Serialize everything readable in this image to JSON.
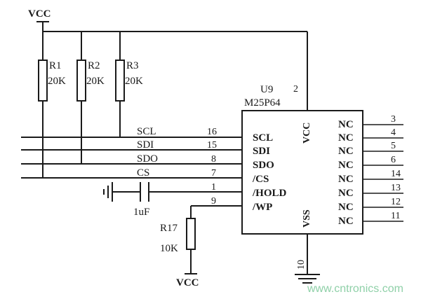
{
  "vcc_top": "VCC",
  "vcc_bottom": "VCC",
  "resistors": [
    {
      "ref": "R1",
      "value": "20K"
    },
    {
      "ref": "R2",
      "value": "20K"
    },
    {
      "ref": "R3",
      "value": "20K"
    }
  ],
  "r17": {
    "ref": "R17",
    "value": "10K"
  },
  "capacitor": {
    "value": "1uF"
  },
  "chip": {
    "ref": "U9",
    "part": "M25P64",
    "vcc_label": "VCC",
    "vss_label": "VSS",
    "vcc_pin": "2",
    "vss_pin": "10"
  },
  "left_pins": [
    {
      "net": "SCL",
      "num": "16",
      "func": "SCL"
    },
    {
      "net": "SDI",
      "num": "15",
      "func": "SDI"
    },
    {
      "net": "SDO",
      "num": "8",
      "func": "SDO"
    },
    {
      "net": "CS",
      "num": "7",
      "func": "/CS"
    },
    {
      "net": "",
      "num": "1",
      "func": "/HOLD"
    },
    {
      "net": "",
      "num": "9",
      "func": "/WP"
    }
  ],
  "right_pins": [
    {
      "func": "NC",
      "num": "3"
    },
    {
      "func": "NC",
      "num": "4"
    },
    {
      "func": "NC",
      "num": "5"
    },
    {
      "func": "NC",
      "num": "6"
    },
    {
      "func": "NC",
      "num": "14"
    },
    {
      "func": "NC",
      "num": "13"
    },
    {
      "func": "NC",
      "num": "12"
    },
    {
      "func": "NC",
      "num": "11"
    }
  ],
  "watermark": "www.cntronics.com"
}
